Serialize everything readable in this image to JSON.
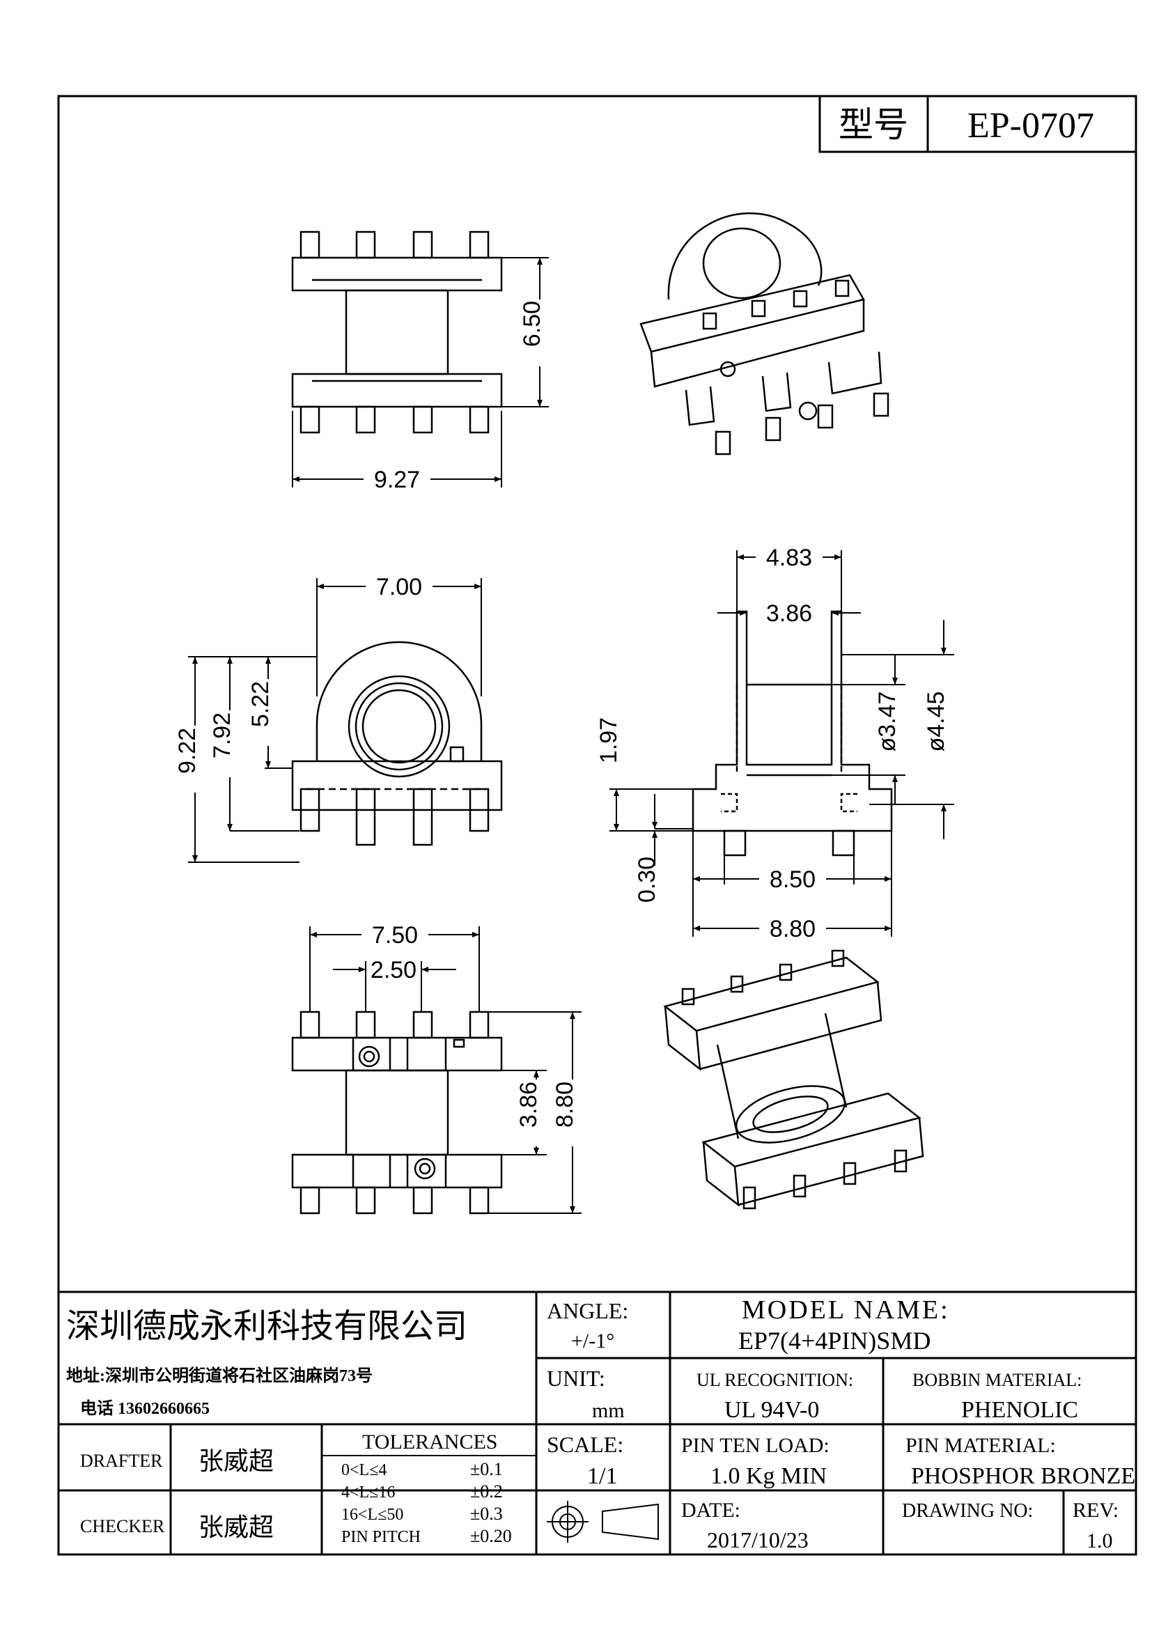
{
  "header": {
    "model_label": "型号",
    "model_value": "EP-0707"
  },
  "dimensions": {
    "top_width": "9.27",
    "top_height": "6.50",
    "front_top_width": "7.00",
    "front_h1": "9.22",
    "front_h2": "7.92",
    "front_h3": "5.22",
    "side_outer_top": "4.83",
    "side_inner_top": "3.86",
    "side_d1": "ø3.47",
    "side_d2": "ø4.45",
    "side_h": "1.97",
    "side_foot": "0.30",
    "side_bottom_inner": "8.50",
    "side_bottom_outer": "8.80",
    "bottom_width": "7.50",
    "bottom_pitch": "2.50",
    "bottom_h1": "3.86",
    "bottom_h2": "8.80"
  },
  "title_block": {
    "company": "深圳德成永利科技有限公司",
    "address": "地址:深圳市公明街道将石社区油麻岗73号",
    "phone": "电话 13602660665",
    "angle_label": "ANGLE:",
    "angle_value": "+/-1°",
    "model_name_label": "MODEL NAME:",
    "model_name_value": "EP7(4+4PIN)SMD",
    "unit_label": "UNIT:",
    "unit_value": "mm",
    "ul_label": "UL RECOGNITION:",
    "ul_value": "UL 94V-0",
    "bobbin_label": "BOBBIN MATERIAL:",
    "bobbin_value": "PHENOLIC",
    "drafter_label": "DRAFTER",
    "drafter_value": "张威超",
    "checker_label": "CHECKER",
    "checker_value": "张威超",
    "tolerances_label": "TOLERANCES",
    "tol_rows": [
      {
        "range": "0<L≤4",
        "value": "±0.1"
      },
      {
        "range": "4<L≤16",
        "value": "±0.2"
      },
      {
        "range": "16<L≤50",
        "value": "±0.3"
      },
      {
        "range": "PIN PITCH",
        "value": "±0.20"
      }
    ],
    "scale_label": "SCALE:",
    "scale_value": "1/1",
    "pin_load_label": "PIN TEN LOAD:",
    "pin_load_value": "1.0 Kg MIN",
    "pin_mat_label": "PIN MATERIAL:",
    "pin_mat_value": "PHOSPHOR BRONZE",
    "date_label": "DATE:",
    "date_value": "2017/10/23",
    "drawing_no_label": "DRAWING NO:",
    "rev_label": "REV:",
    "rev_value": "1.0"
  }
}
